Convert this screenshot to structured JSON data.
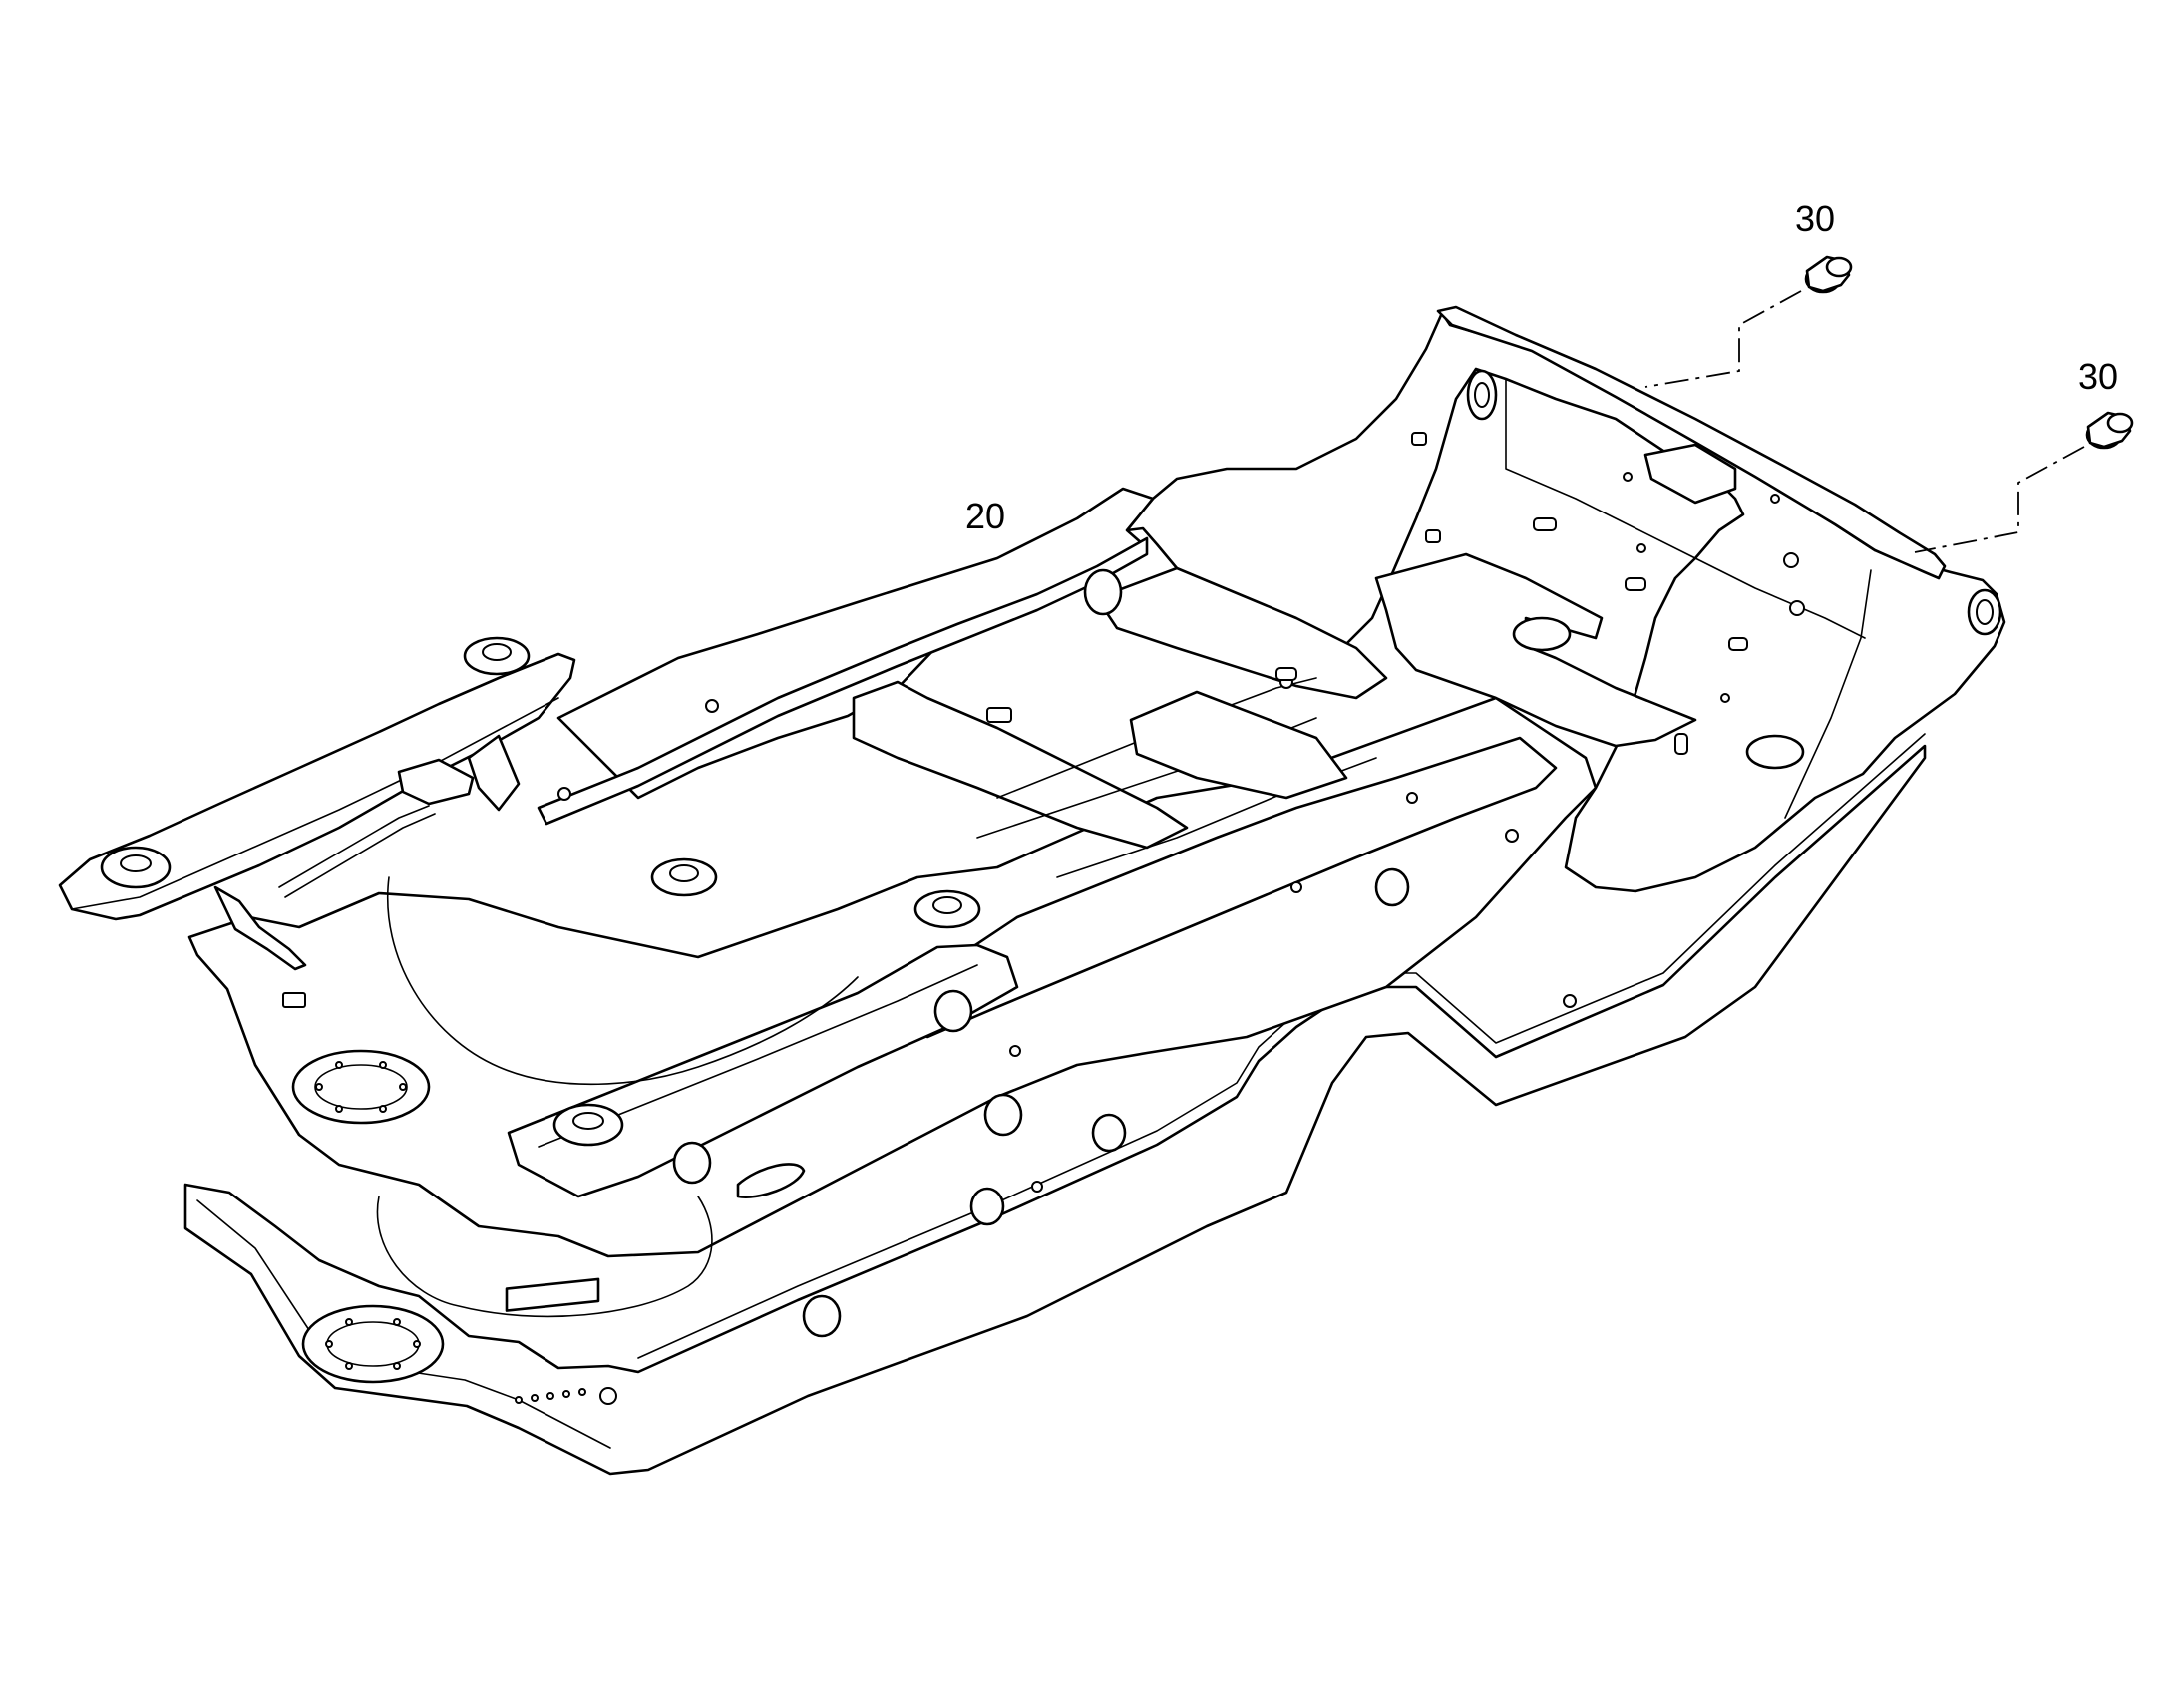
{
  "callouts": {
    "frame": "20",
    "plug_upper": "30",
    "plug_lower": "30"
  },
  "colors": {
    "line": "#000000",
    "background": "#ffffff"
  }
}
